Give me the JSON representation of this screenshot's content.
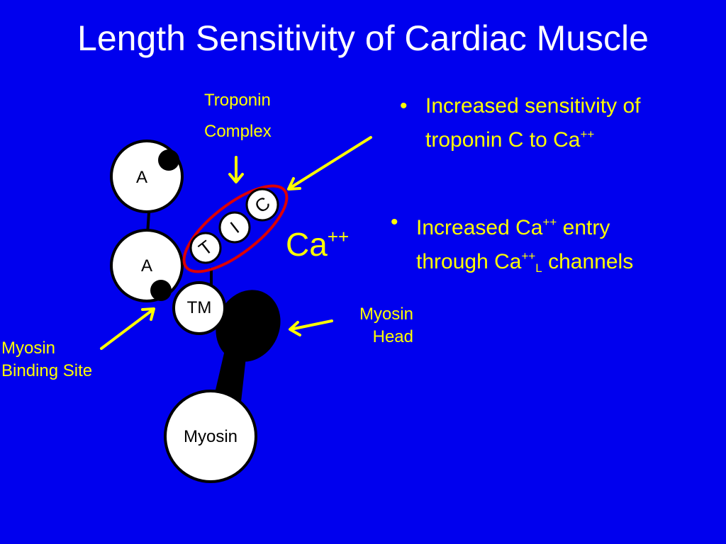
{
  "title": "Length Sensitivity of Cardiac Muscle",
  "diagram": {
    "actin_top_label": "A",
    "actin_bottom_label": "A",
    "tropomyosin_label": "TM",
    "myosin_label": "Myosin",
    "troponin_t_label": "T",
    "troponin_i_label": "I",
    "troponin_c_label": "C",
    "troponin_complex_line1": "Troponin",
    "troponin_complex_line2": "Complex",
    "myosin_binding_site_line1": "Myosin",
    "myosin_binding_site_line2": "Binding Site",
    "myosin_head_line1": "Myosin",
    "myosin_head_line2": "Head",
    "calcium_base": "Ca",
    "calcium_charge": "++"
  },
  "bullets": [
    {
      "marker": "•",
      "line1": "Increased sensitivity of",
      "line2_text": "troponin C to Ca",
      "line2_sup": "++"
    },
    {
      "marker": "•",
      "line1_text": "Increased Ca",
      "line1_sup": "++",
      "line1_tail": " entry",
      "line2_text": "through Ca",
      "line2_sup": "++",
      "line2_sub": "L",
      "line2_tail": " channels"
    }
  ],
  "colors": {
    "background": "#0000ee",
    "title": "#ffffff",
    "label": "#ffff00",
    "complex_outline": "#dd0000",
    "arrow": "#ffff00"
  }
}
